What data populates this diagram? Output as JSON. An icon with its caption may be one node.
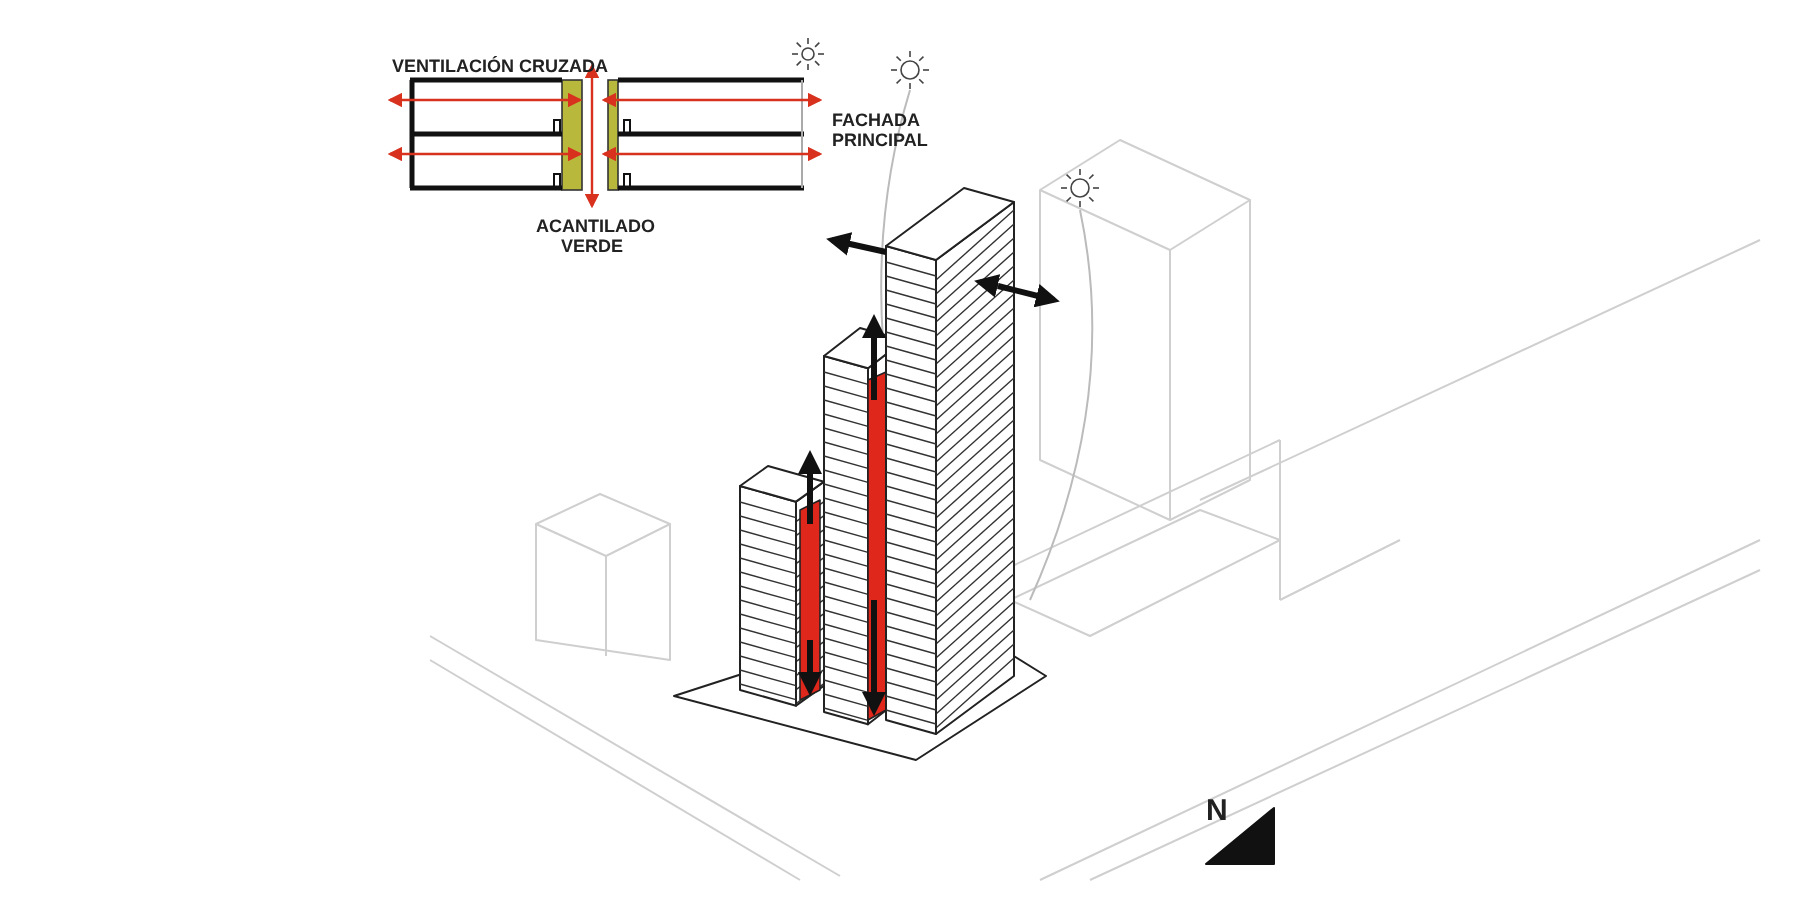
{
  "diagram": {
    "labels": [
      "VENTILACIÓN CRUZADA",
      "FACHADA PRINCIPAL",
      "ACANTILADO VERDE",
      "N"
    ]
  }
}
